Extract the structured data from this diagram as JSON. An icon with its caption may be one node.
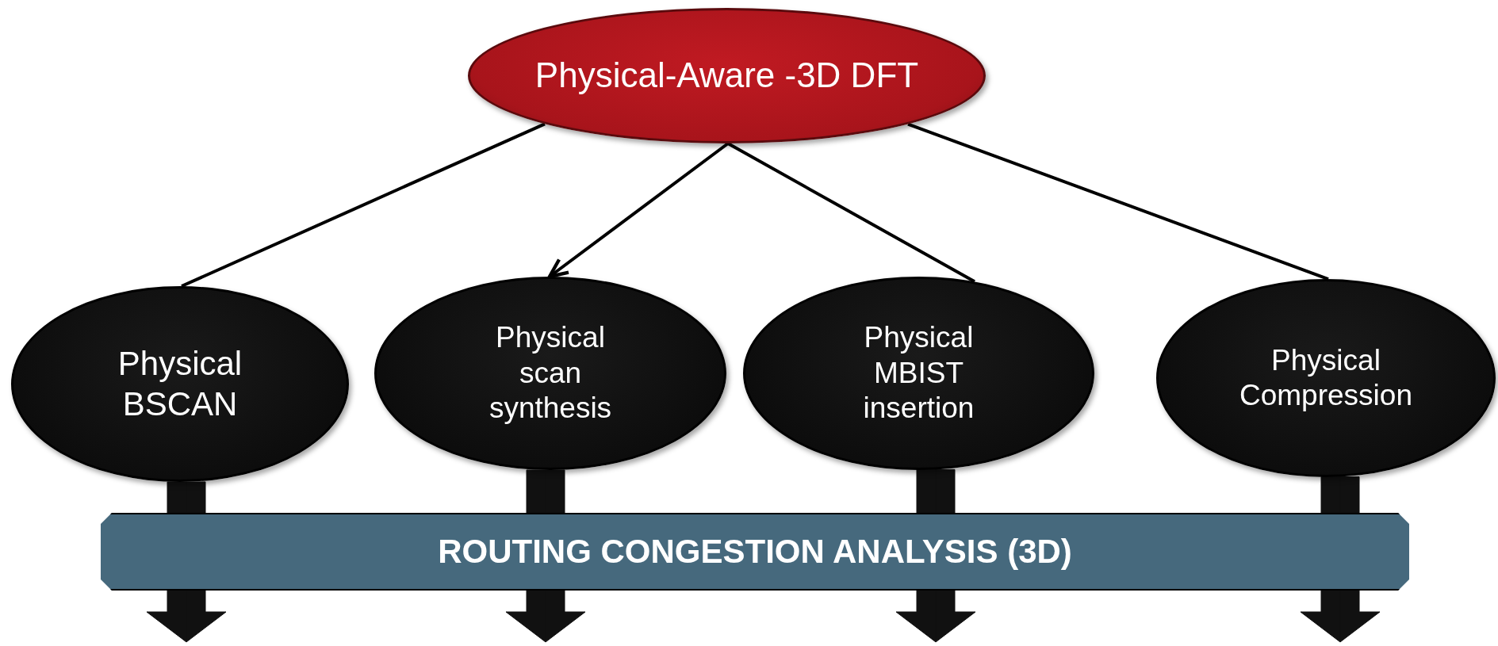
{
  "diagram": {
    "nodes": [
      {
        "text": [
          "Physical-Aware -3D DFT"
        ]
      },
      {
        "text": [
          "Physical BSCAN"
        ]
      },
      {
        "text": [
          "Physical scan synthesis"
        ]
      },
      {
        "text": [
          "Physical MBIST insertion"
        ]
      },
      {
        "text": [
          "Physical Compression"
        ]
      },
      {
        "text": [
          "ROUTING CONGESTION ANALYSIS (3D)"
        ]
      }
    ],
    "edges": [
      {
        "from": 0,
        "to": 1,
        "arrow": "none"
      },
      {
        "from": 0,
        "to": 2,
        "arrow": "to"
      },
      {
        "from": 0,
        "to": 3,
        "arrow": "none"
      },
      {
        "from": 0,
        "to": 4,
        "arrow": "none"
      },
      {
        "from": 1,
        "to": 5,
        "arrow": "none",
        "style": "thick"
      },
      {
        "from": 5,
        "to": null,
        "arrow": "to",
        "style": "thick"
      },
      {
        "from": 2,
        "to": 5,
        "arrow": "none",
        "style": "thick"
      },
      {
        "from": 5,
        "to": null,
        "arrow": "to",
        "style": "thick"
      },
      {
        "from": 3,
        "to": 5,
        "arrow": "none",
        "style": "thick"
      },
      {
        "from": 5,
        "to": null,
        "arrow": "to",
        "style": "thick"
      },
      {
        "from": 4,
        "to": 5,
        "arrow": "none",
        "style": "thick"
      },
      {
        "from": 5,
        "to": null,
        "arrow": "to",
        "style": "thick"
      }
    ]
  }
}
